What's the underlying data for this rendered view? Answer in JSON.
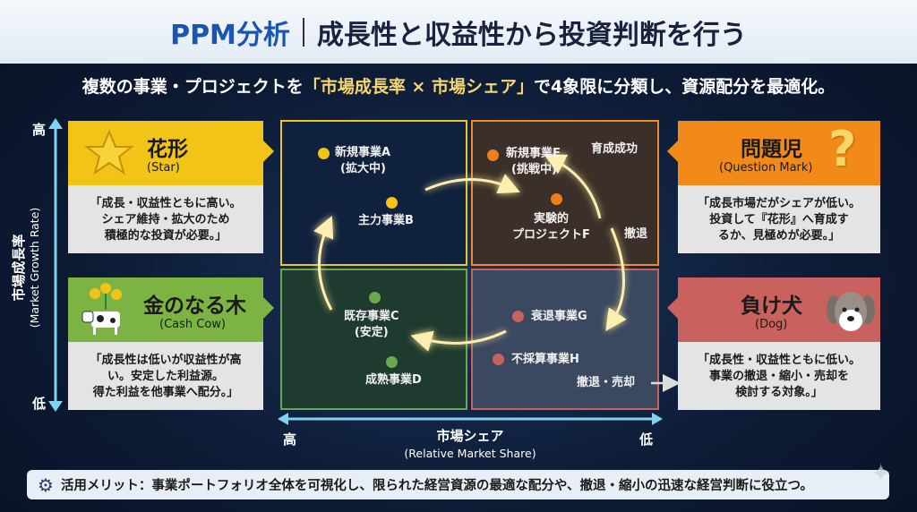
{
  "header": {
    "title_accent": "PPM分析",
    "title_main": "成長性と収益性から投資判断を行う"
  },
  "subtitle": {
    "pre": "複数の事業・プロジェクトを",
    "highlight": "「市場成長率 × 市場シェア」",
    "post": "で4象限に分類し、資源配分を最適化。"
  },
  "y_axis": {
    "high": "高",
    "low": "低",
    "label": "市場成長率",
    "label_en": "(Market Growth Rate)"
  },
  "x_axis": {
    "high": "高",
    "low": "低",
    "label": "市場シェア",
    "label_en": "(Relative Market Share)"
  },
  "cards": {
    "star": {
      "title": "花形",
      "en": "(Star)",
      "lines": [
        "「成長・収益性ともに高い。",
        "シェア維持・拡大のため",
        "積極的な投資が必要。」"
      ],
      "color": "#f2c418"
    },
    "cow": {
      "title": "金のなる木",
      "en": "(Cash Cow)",
      "lines": [
        "「成長性は低いが収益性が高",
        "い。安定した利益源。",
        "得た利益を他事業へ配分。」"
      ],
      "color": "#7cb342"
    },
    "question": {
      "title": "問題児",
      "en": "(Question Mark)",
      "lines": [
        "「成長市場だがシェアが低い。",
        "投資して『花形』へ育成す",
        "るか、見極めが必要。」"
      ],
      "color": "#f28a1a"
    },
    "dog": {
      "title": "負け犬",
      "en": "(Dog)",
      "lines": [
        "「成長性・収益性ともに低い。",
        "事業の撤退・縮小・売却を",
        "検討する対象。」"
      ],
      "color": "#c9625e"
    }
  },
  "items": {
    "a": [
      "新規事業A",
      "(拡大中)"
    ],
    "b": "主力事業B",
    "c": [
      "既存事業C",
      "(安定)"
    ],
    "d": "成熟事業D",
    "e": [
      "新規事業E",
      "(挑戦中)"
    ],
    "f": [
      "実験的",
      "プロジェクトF"
    ],
    "g": "衰退事業G",
    "h": "不採算事業H"
  },
  "annotations": {
    "success": "育成成功",
    "withdraw": "撤退",
    "sell": "撤退・売却"
  },
  "footer": {
    "text": "活用メリット：事業ポートフォリオ全体を可視化し、限られた経営資源の最適な配分や、撤退・縮小の迅速な経営判断に役立つ。"
  }
}
